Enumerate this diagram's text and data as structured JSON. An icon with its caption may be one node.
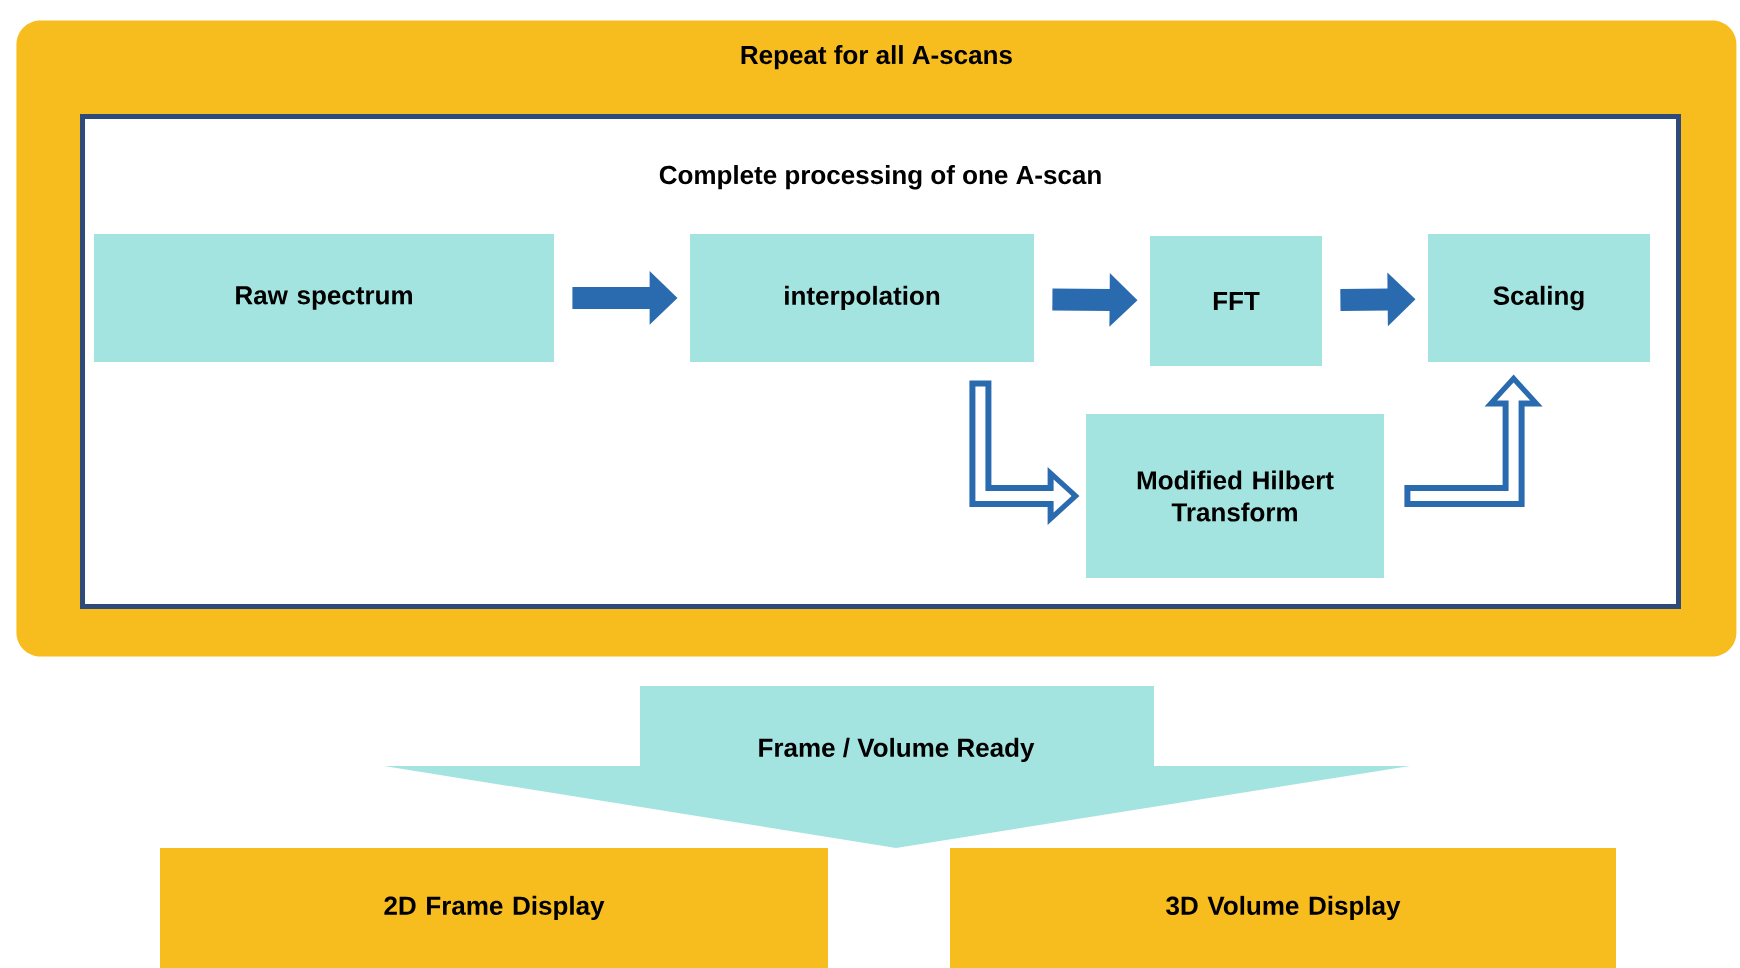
{
  "diagram": {
    "nodes": [
      {
        "text": [
          "Repeat for all A-scans"
        ]
      },
      {
        "text": [
          "Complete processing of one A-scan"
        ],
        "in": 0
      },
      {
        "text": [
          "Raw spectrum"
        ],
        "in": 1
      },
      {
        "text": [
          "interpolation"
        ],
        "in": 1
      },
      {
        "text": [
          "FFT"
        ],
        "in": 1
      },
      {
        "text": [
          "Scaling"
        ],
        "in": 1
      },
      {
        "text": [
          "Modified Hilbert Transform"
        ],
        "in": 1
      },
      {
        "text": [
          "Frame / Volume Ready"
        ]
      },
      {
        "text": [
          "2D Frame Display"
        ]
      },
      {
        "text": [
          "3D Volume Display"
        ]
      }
    ],
    "edges": [
      {
        "from": 2,
        "to": 3,
        "arrow": "to"
      },
      {
        "from": 3,
        "to": 4,
        "arrow": "to"
      },
      {
        "from": 4,
        "to": 5,
        "arrow": "to"
      },
      {
        "from": 3,
        "to": 6,
        "arrow": "to"
      },
      {
        "from": 6,
        "to": 5,
        "arrow": "to"
      }
    ]
  }
}
